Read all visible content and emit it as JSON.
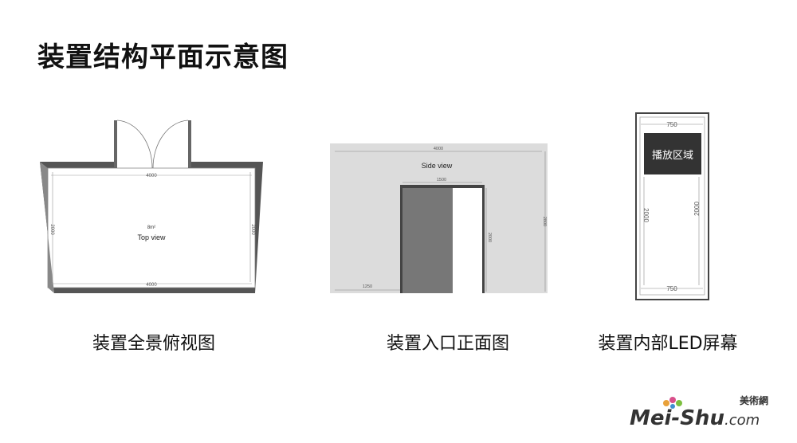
{
  "title": "装置结构平面示意图",
  "top_view": {
    "caption": "装置全景俯视图",
    "label": "Top view",
    "area": "8m²",
    "dim_top": "4000",
    "dim_bottom": "4000",
    "dim_left": "2000",
    "dim_right": "2000"
  },
  "side_view": {
    "caption": "装置入口正面图",
    "label": "Side view",
    "dim_width": "4000",
    "dim_door": "1500",
    "dim_offset": "1250",
    "dim_door_height": "2000",
    "dim_height": "2800"
  },
  "led_view": {
    "caption": "装置内部LED屏幕",
    "screen_label": "播放区域",
    "dim_top": "750",
    "dim_bottom": "750",
    "dim_left": "2000",
    "dim_right": "2000"
  },
  "watermark": {
    "cn": "美術網",
    "en_main": "Mei-Shu",
    "en_suffix": ".com"
  }
}
